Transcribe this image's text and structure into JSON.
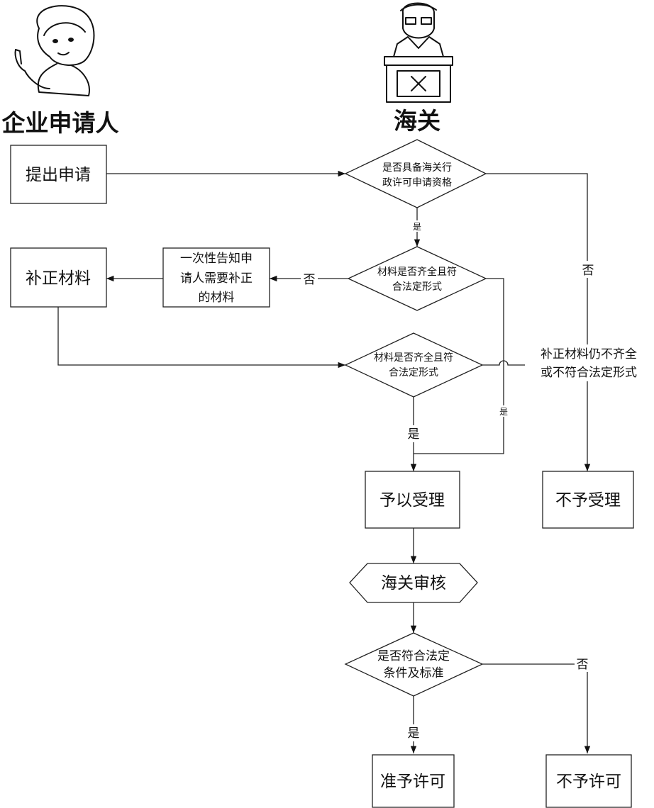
{
  "actors": {
    "applicant": "企业申请人",
    "customs": "海关"
  },
  "nodes": {
    "submit": "提出申请",
    "check_eligibility": [
      "是否具备海关行",
      "政许可申请资格"
    ],
    "check_materials": [
      "材料是否齐全且符",
      "合法定形式"
    ],
    "notify": [
      "一次性告知申",
      "请人需要补正",
      "的材料"
    ],
    "supplement": "补正材料",
    "recheck_materials": [
      "材料是否齐全且符",
      "合法定形式"
    ],
    "accept": "予以受理",
    "reject_accept": "不予受理",
    "review": "海关审核",
    "check_conditions": [
      "是否符合法定",
      "条件及标准"
    ],
    "approve": "准予许可",
    "deny": "不予许可"
  },
  "edge_labels": {
    "yes_eligibility": "是",
    "no_eligibility": "否",
    "no_materials": "否",
    "yes_materials": "是",
    "yes_recheck": "是",
    "still_incomplete": [
      "补正材料仍不齐全",
      "或不符合法定形式"
    ],
    "no_conditions": "否",
    "yes_conditions": "是"
  }
}
